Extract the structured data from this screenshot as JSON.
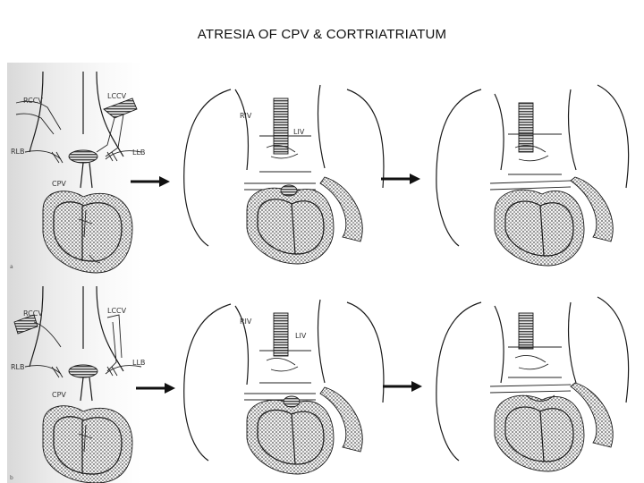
{
  "title": "ATRESIA OF CPV & CORTRIATRIATUM",
  "diagram": {
    "rows": [
      {
        "panel_left_labels": [
          "RCCV",
          "LCCV",
          "RLB",
          "LLB",
          "CPV"
        ],
        "panel_middle_labels": [
          "RIV",
          "LIV"
        ]
      },
      {
        "panel_left_labels": [
          "RCCV",
          "LCCV",
          "RLB",
          "LLB",
          "CPV"
        ],
        "panel_middle_labels": [
          "RIV",
          "LIV"
        ]
      }
    ],
    "panel_marks": [
      "a",
      "b"
    ],
    "icons": [
      "right-arrow-icon"
    ]
  }
}
